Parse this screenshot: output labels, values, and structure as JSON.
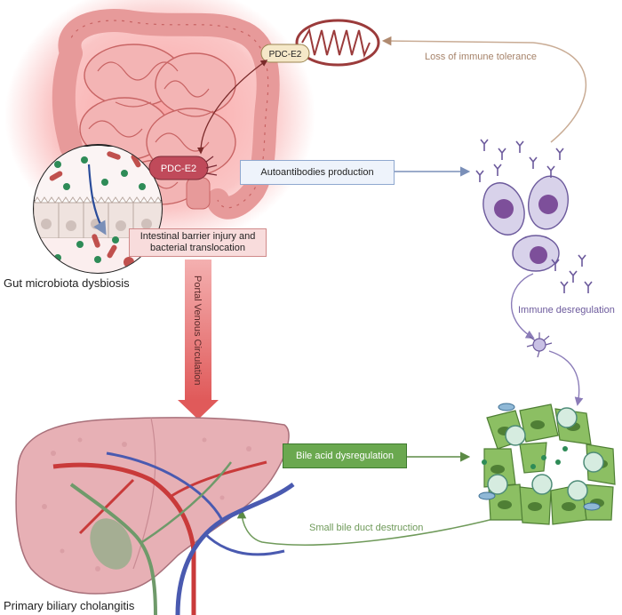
{
  "labels": {
    "pdc_e2_top": "PDC-E2",
    "pdc_e2_gut": "PDC-E2",
    "loss_immune_tolerance": "Loss of immune tolerance",
    "autoantibodies": "Autoantibodies production",
    "intestinal_barrier_line1": "Intestinal barrier injury and",
    "intestinal_barrier_line2": "bacterial translocation",
    "gut_dysbiosis": "Gut microbiota dysbiosis",
    "portal_venous": "Portal Venous Circulation",
    "immune_desregulation": "Immune desregulation",
    "bile_acid": "Bile acid dysregulation",
    "small_bile_duct": "Small bile duct destruction",
    "pbc": "Primary biliary cholangitis"
  },
  "colors": {
    "gut_glow": "#f25a5a",
    "intestine": "#f0a5a5",
    "intestine_line": "#c86464",
    "autoantibody_box_fill": "#eef3fb",
    "autoantibody_box_border": "#8fa8cf",
    "barrier_box_fill": "#f8dcdc",
    "barrier_box_border": "#d08a8a",
    "bile_box_fill": "#6aa84f",
    "bile_box_border": "#3f7a30",
    "portal_arrow": "#e07070",
    "immune_text": "#6c5a9c",
    "loss_text": "#a6836a",
    "small_duct_text": "#6f9a5a",
    "liver": "#e7b0b5",
    "cholangiocyte": "#8cbf63"
  }
}
